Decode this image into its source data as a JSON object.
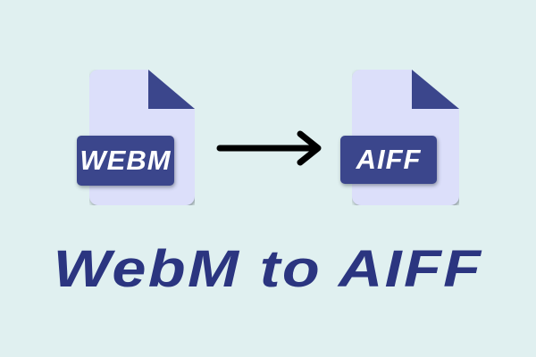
{
  "source_file": {
    "format_label": "WEBM",
    "icon": "document-icon"
  },
  "target_file": {
    "format_label": "AIFF",
    "icon": "document-icon"
  },
  "arrow": {
    "icon": "arrow-right-icon"
  },
  "title": "WebM to AIFF",
  "colors": {
    "background": "#e0f0f0",
    "document_body": "#dcdffa",
    "accent": "#3b468c",
    "title_text": "#2b3580",
    "label_text": "#ffffff",
    "arrow": "#000000"
  }
}
